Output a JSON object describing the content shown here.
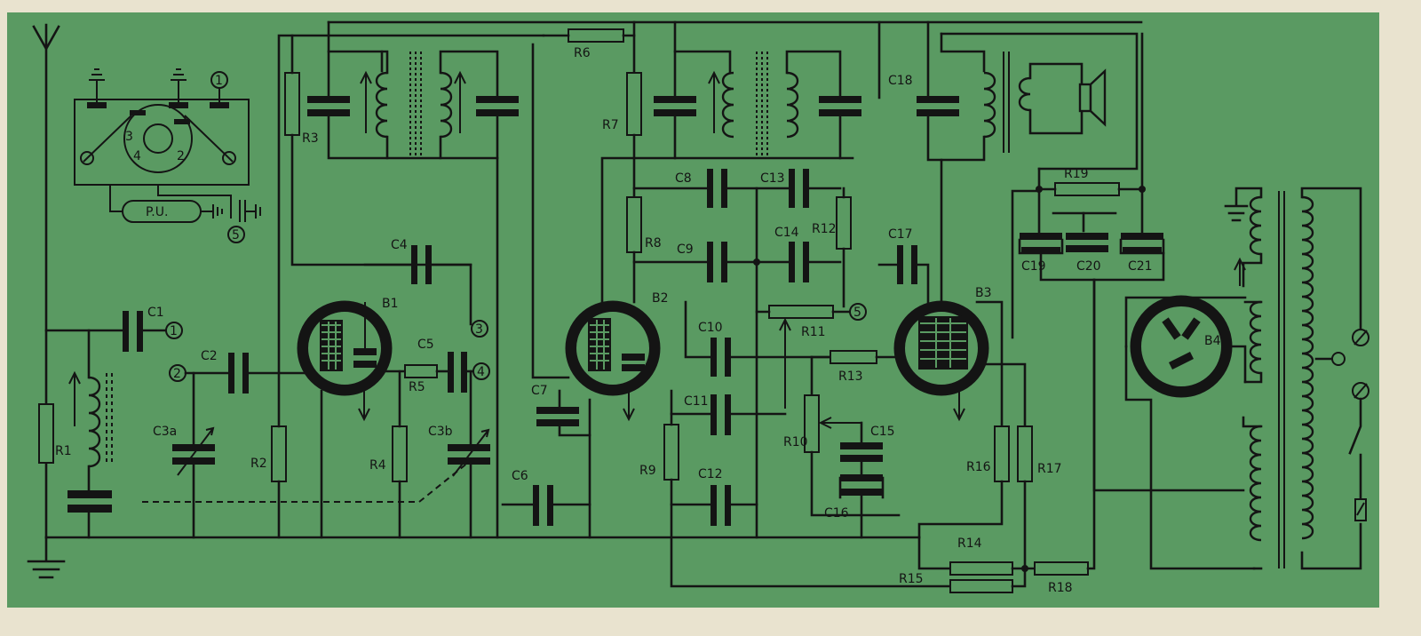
{
  "colors": {
    "board": "#5a9a62",
    "ink": "#141414",
    "paper": "#e9e3cf"
  },
  "labels": {
    "r1": "R1",
    "r2": "R2",
    "r3": "R3",
    "r4": "R4",
    "r5": "R5",
    "r6": "R6",
    "r7": "R7",
    "r8": "R8",
    "r9": "R9",
    "r10": "R10",
    "r11": "R11",
    "r12": "R12",
    "r13": "R13",
    "r14": "R14",
    "r15": "R15",
    "r16": "R16",
    "r17": "R17",
    "r18": "R18",
    "r19": "R19",
    "c1": "C1",
    "c2": "C2",
    "c3a": "C3a",
    "c3b": "C3b",
    "c4": "C4",
    "c5": "C5",
    "c6": "C6",
    "c7": "C7",
    "c8": "C8",
    "c9": "C9",
    "c10": "C10",
    "c11": "C11",
    "c12": "C12",
    "c13": "C13",
    "c14": "C14",
    "c15": "C15",
    "c16": "C16",
    "c17": "C17",
    "c18": "C18",
    "c19": "C19",
    "c20": "C20",
    "c21": "C21",
    "b1": "B1",
    "b2": "B2",
    "b3": "B3",
    "b4": "B4",
    "pu": "P.U.",
    "t1": "1",
    "t2": "2",
    "t3": "3",
    "t4": "4",
    "t5": "5"
  },
  "icons": [
    "antenna-icon",
    "ground-icon",
    "speaker-icon",
    "switch-icon",
    "transformer-icon"
  ]
}
